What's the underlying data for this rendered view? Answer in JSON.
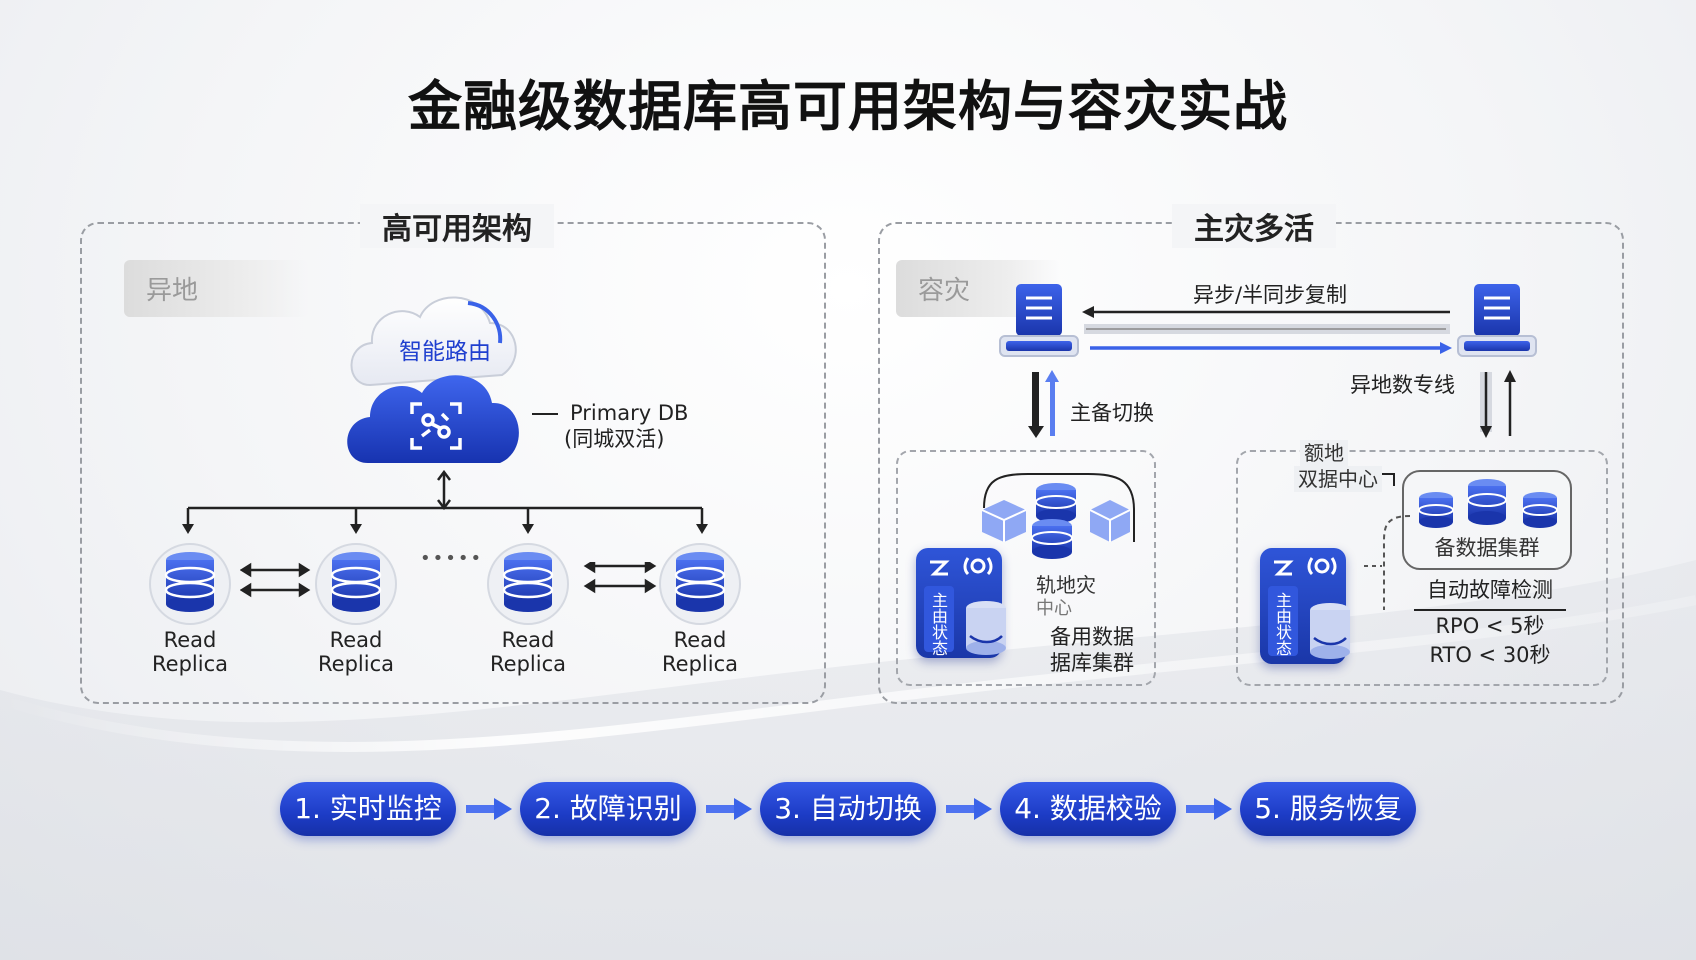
{
  "title": "金融级数据库高可用架构与容灾实战",
  "left_panel": {
    "title": "高可用架构",
    "tag": "异地",
    "cloud_label": "智能路由",
    "primary_label": "Primary DB",
    "primary_sub": "(同城双活)",
    "ellipsis": "•••••",
    "replicas": [
      {
        "line1": "Read",
        "line2": "Replica"
      },
      {
        "line1": "Read",
        "line2": "Replica"
      },
      {
        "line1": "Read",
        "line2": "Replica"
      },
      {
        "line1": "Read",
        "line2": "Replica"
      }
    ]
  },
  "right_panel": {
    "title": "主灾多活",
    "tag": "容灾",
    "sync_label": "异步/半同步复制",
    "switch_label": "主备切换",
    "dedicated_line_label": "异地数专线",
    "left_cluster_label1": "轨地灾",
    "left_cluster_label2": "中心",
    "left_cluster_label3": "备用数据",
    "left_cluster_label4": "据库集群",
    "remote_dc_label1": "额地",
    "remote_dc_label2": "双据中心",
    "backup_cluster_label": "备数据集群",
    "auto_detect_label": "自动故障检测",
    "rpo_label": "RPO < 5秒",
    "rto_label": "RTO < 30秒",
    "status_badge_text": "主由状态"
  },
  "steps": [
    {
      "label": "1. 实时监控"
    },
    {
      "label": "2. 故障识别"
    },
    {
      "label": "3. 自动切换"
    },
    {
      "label": "4. 数据校验"
    },
    {
      "label": "5. 服务恢复"
    }
  ],
  "colors": {
    "accent": "#1f3fcf",
    "accent_light": "#4f73f0",
    "dark": "#1a1a1a"
  }
}
